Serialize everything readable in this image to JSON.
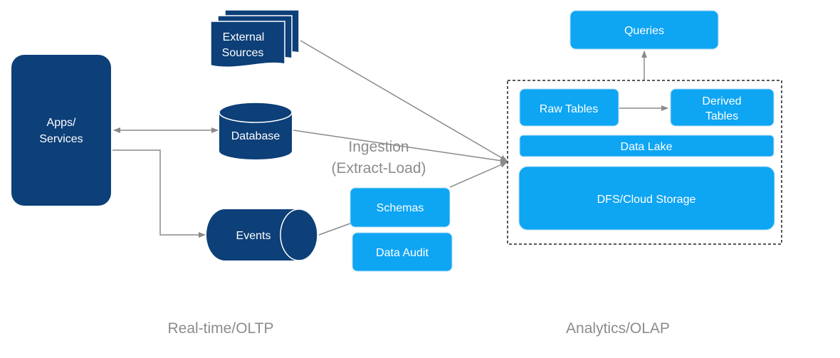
{
  "colors": {
    "dark_blue": "#0d3f78",
    "light_blue": "#0ea5f3",
    "arrow": "#8a8a8a",
    "caption": "#8c8c8c"
  },
  "nodes": {
    "apps_services": [
      "Apps/",
      "Services"
    ],
    "external_sources": [
      "External",
      "Sources"
    ],
    "database": "Database",
    "events": "Events",
    "schemas": "Schemas",
    "data_audit": "Data Audit",
    "queries": "Queries",
    "raw_tables": "Raw Tables",
    "derived_tables": [
      "Derived",
      "Tables"
    ],
    "data_lake": "Data Lake",
    "dfs_cloud_storage": "DFS/Cloud Storage"
  },
  "ingestion_label": [
    "Ingestion",
    "(Extract-Load)"
  ],
  "captions": {
    "left": "Real-time/OLTP",
    "right": "Analytics/OLAP"
  }
}
